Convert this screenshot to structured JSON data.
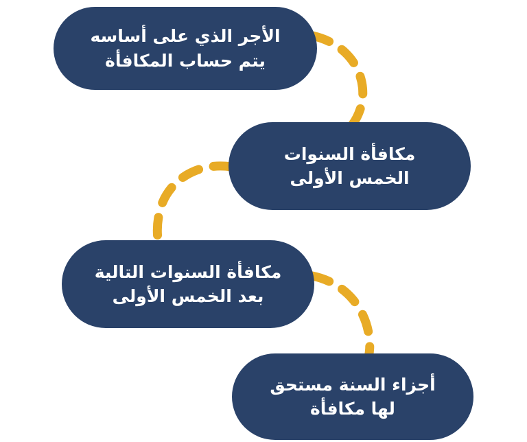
{
  "document": {
    "type": "flow-infographic",
    "direction": "rtl",
    "language": "ar",
    "background_color": "#ffffff",
    "node_color": "#2a4269",
    "node_text_color": "#ffffff",
    "connector_color": "#e8ab26",
    "connector_style": "dashed-curve"
  },
  "nodes": [
    {
      "id": "node-1",
      "order": 1,
      "label": "الأجر الذي على أساسه\nيتم حساب المكافأة",
      "line_1": "الأجر الذي على أساسه",
      "line_2": "يتم حساب المكافأة"
    },
    {
      "id": "node-2",
      "order": 2,
      "label": "مكافأة السنوات\nالخمس الأولى",
      "line_1": "مكافأة السنوات",
      "line_2": "الخمس الأولى"
    },
    {
      "id": "node-3",
      "order": 3,
      "label": "مكافأة السنوات التالية\nبعد الخمس الأولى",
      "line_1": "مكافأة السنوات التالية",
      "line_2": "بعد الخمس الأولى"
    },
    {
      "id": "node-4",
      "order": 4,
      "label": "أجزاء السنة مستحق\nلها مكافأة",
      "line_1": "أجزاء السنة مستحق",
      "line_2": "لها مكافأة"
    }
  ],
  "connectors": [
    {
      "id": "connector-1-2",
      "from": "node-1",
      "to": "node-2",
      "color": "#e8ab26"
    },
    {
      "id": "connector-2-3",
      "from": "node-2",
      "to": "node-3",
      "color": "#e8ab26"
    },
    {
      "id": "connector-3-4",
      "from": "node-3",
      "to": "node-4",
      "color": "#e8ab26"
    }
  ]
}
